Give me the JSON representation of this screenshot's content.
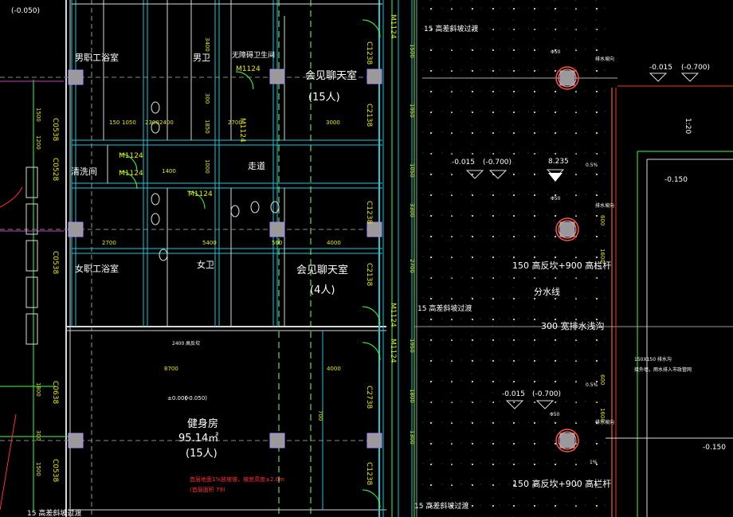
{
  "rooms": {
    "male_staff_bath": "男职工浴室",
    "male_toilet": "男卫",
    "accessible_toilet": "无障碍卫生间",
    "meeting_room_a": "会见聊天室",
    "meeting_room_a_cap": "(15人)",
    "cleaning_room": "清洗间",
    "corridor": "走道",
    "female_staff_bath": "女职工浴室",
    "female_toilet": "女卫",
    "meeting_room_b": "会见聊天室",
    "meeting_room_b_cap": "(4人)",
    "gym": "健身房",
    "gym_area": "95.14㎡",
    "gym_cap": "(15人)"
  },
  "levels": {
    "top_left": "(-0.050)",
    "l1": "-0.015",
    "l1b": "(-0.700)",
    "l2": "-0.015",
    "l2b": "(-0.700)",
    "l3": "8.235",
    "l4": "-0.015",
    "l4b": "(-0.700)",
    "l5": "-0.150",
    "l6": "-0.150",
    "gym_level": "±0.000",
    "gym_level_b": "(-0.050)",
    "slope_a": "0.5%",
    "slope_b": "0.5%",
    "slope_c": "1%",
    "slope_d": "1%"
  },
  "annotations": {
    "ramp_top": "15  高差斜坡过渡",
    "ramp_mid": "15  高差斜坡过渡",
    "ramp_bottom": "15  高差斜坡过渡",
    "ramp_left_bottom": "15  高差斜坡过渡",
    "curb_top": "150  高反坎+900  高栏杆",
    "divider_line": "分水线",
    "drain": "300  宽排水浅沟",
    "curb_bottom": "150  高反坎+900  高栏杆",
    "gym_note_red": "首层地面1%放坡坡，坡底高度±2.0m",
    "gym_note_red2": "(首层面积 79)",
    "small_note": "2400  高反坎",
    "side_note": "150X150  排水沟",
    "side_note2": "接外墙，雨水排入市政管网",
    "slope_vert": "1:20"
  },
  "doors": {
    "m1": "M1124",
    "m2": "M1124",
    "m3": "M1124",
    "m4": "M1124",
    "m5": "M1124",
    "m6": "M1124",
    "m7": "M1124",
    "m8": "M1124"
  },
  "windows": {
    "c1": "C1238",
    "c2": "C2138",
    "c3": "C1238",
    "c4": "C2138",
    "c5": "C2738",
    "c6": "C1238",
    "cl1": "C0538",
    "cl2": "C0528",
    "cl3": "C0538",
    "cl4": "C0638",
    "cl5": "C0538"
  },
  "dims": {
    "d150": "150",
    "d1050": "1050",
    "d2400": "2400",
    "d1850": "1850",
    "d2300": "2300",
    "d3000": "3000",
    "d3400": "3400",
    "d2700": "2700",
    "d2700b": "2700",
    "d5400": "5400",
    "d500": "500",
    "d4000": "4000",
    "d8700": "8700",
    "d4000b": "4000",
    "d1400": "1400",
    "d300": "300",
    "d1000": "1000",
    "d1200": "1200",
    "d1500": "1500",
    "d1950": "1950",
    "d1050v": "1050",
    "d3300": "3300",
    "d2700v": "2700",
    "d300v": "300",
    "d1800": "1800",
    "d700": "700",
    "d1500b": "1500",
    "d1950b": "1950",
    "d1500v": "1500",
    "d1800v": "1800",
    "d1300": "1300",
    "d1600": "1600",
    "d600": "600",
    "d1600b": "1600",
    "d600b": "600"
  },
  "tags": {
    "d_top": "Φ50",
    "d_mid": "Φ50",
    "d_bottom": "Φ50",
    "slope_tag_a": "排水坡向",
    "slope_tag_b": "排水坡向",
    "slope_tag_c": "排水坡向"
  }
}
